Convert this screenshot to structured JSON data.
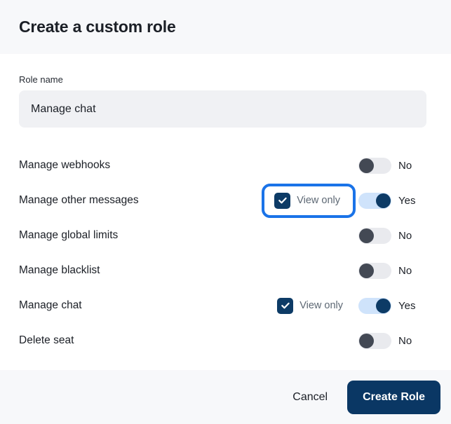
{
  "header": {
    "title": "Create a custom role"
  },
  "form": {
    "role_name_label": "Role name",
    "role_name_value": "Manage chat",
    "role_name_placeholder": "Role name"
  },
  "view_only_label": "View only",
  "toggle_labels": {
    "on": "Yes",
    "off": "No"
  },
  "permissions": [
    {
      "label": "Manage webhooks",
      "has_view_only": false,
      "view_only_checked": false,
      "view_only_label": "",
      "enabled": false,
      "toggle_text": "No",
      "focused": false
    },
    {
      "label": "Manage other messages",
      "has_view_only": true,
      "view_only_checked": true,
      "view_only_label": "View only",
      "enabled": true,
      "toggle_text": "Yes",
      "focused": true
    },
    {
      "label": "Manage global limits",
      "has_view_only": false,
      "view_only_checked": false,
      "view_only_label": "",
      "enabled": false,
      "toggle_text": "No",
      "focused": false
    },
    {
      "label": "Manage blacklist",
      "has_view_only": false,
      "view_only_checked": false,
      "view_only_label": "",
      "enabled": false,
      "toggle_text": "No",
      "focused": false
    },
    {
      "label": "Manage chat",
      "has_view_only": true,
      "view_only_checked": true,
      "view_only_label": "View only",
      "enabled": true,
      "toggle_text": "Yes",
      "focused": false
    },
    {
      "label": "Delete seat",
      "has_view_only": false,
      "view_only_checked": false,
      "view_only_label": "",
      "enabled": false,
      "toggle_text": "No",
      "focused": false
    }
  ],
  "footer": {
    "cancel_label": "Cancel",
    "create_label": "Create Role"
  },
  "colors": {
    "accent_navy": "#0d3b66",
    "focus_blue": "#1a73e8",
    "toggle_off_knob": "#434954",
    "toggle_off_track": "#e9eaee",
    "toggle_on_track": "#cfe3fb",
    "surface_gray": "#f7f8fa",
    "input_gray": "#f0f1f4",
    "primary_button": "#0a3764"
  }
}
